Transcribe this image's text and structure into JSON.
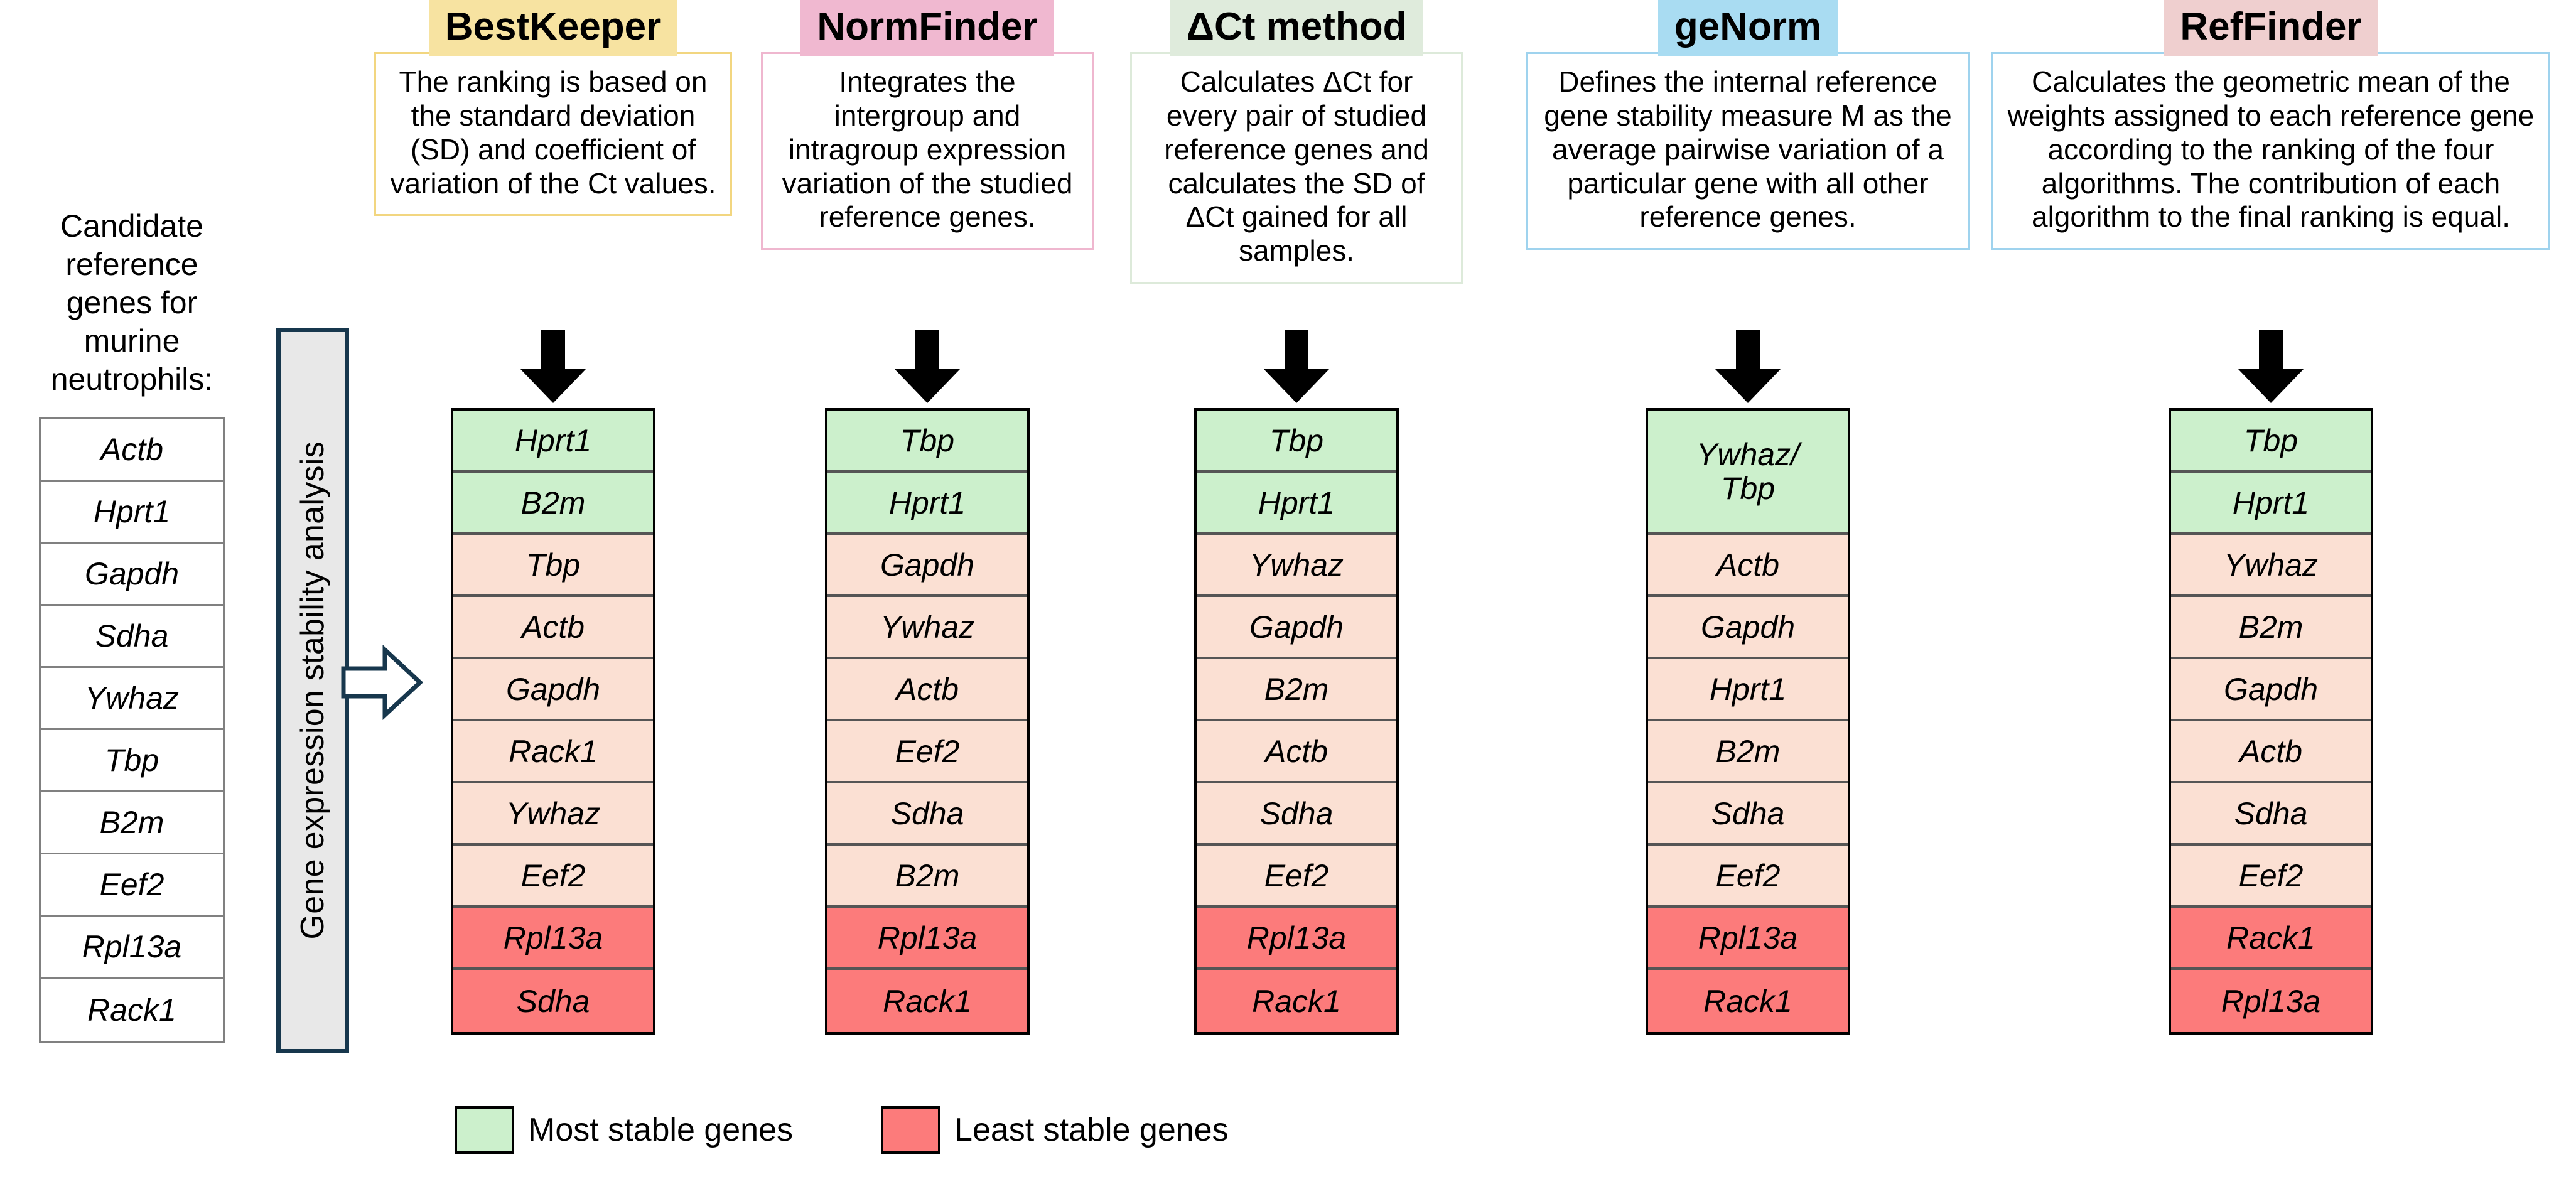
{
  "candidate_panel": {
    "caption": "Candidate reference genes for murine neutrophils:",
    "genes": [
      "Actb",
      "Hprt1",
      "Gapdh",
      "Sdha",
      "Ywhaz",
      "Tbp",
      "B2m",
      "Eef2",
      "Rpl13a",
      "Rack1"
    ]
  },
  "stability_bar": {
    "label": "Gene expression stability analysis"
  },
  "colors": {
    "most_stable": "#CCF0CC",
    "intermediate": "#FBE0D3",
    "least_stable": "#FC7B7B",
    "bestkeeper_header": "#F7E3A1",
    "bestkeeper_border": "#F2D680",
    "normfinder_header": "#F0B8D0",
    "normfinder_border": "#EFB7CF",
    "dct_header": "#DFEBDC",
    "dct_border": "#DDEADA",
    "genorm_header": "#A9DCF2",
    "genorm_border": "#9FD3EE",
    "reffinder_header": "#EFCFCF",
    "reffinder_border": "#9FD3EE",
    "bar_fill": "#E8E8E8",
    "bar_border": "#17374D"
  },
  "methods": [
    {
      "id": "bestkeeper",
      "title": "BestKeeper",
      "description": "The ranking is based on the standard deviation (SD) and coefficient of variation of the Ct values.",
      "ranking": [
        {
          "gene": "Hprt1",
          "stability": "most"
        },
        {
          "gene": "B2m",
          "stability": "most"
        },
        {
          "gene": "Tbp",
          "stability": "intermediate"
        },
        {
          "gene": "Actb",
          "stability": "intermediate"
        },
        {
          "gene": "Gapdh",
          "stability": "intermediate"
        },
        {
          "gene": "Rack1",
          "stability": "intermediate"
        },
        {
          "gene": "Ywhaz",
          "stability": "intermediate"
        },
        {
          "gene": "Eef2",
          "stability": "intermediate"
        },
        {
          "gene": "Rpl13a",
          "stability": "least"
        },
        {
          "gene": "Sdha",
          "stability": "least"
        }
      ]
    },
    {
      "id": "normfinder",
      "title": "NormFinder",
      "description": "Integrates the intergroup and intragroup expression variation of the studied reference genes.",
      "ranking": [
        {
          "gene": "Tbp",
          "stability": "most"
        },
        {
          "gene": "Hprt1",
          "stability": "most"
        },
        {
          "gene": "Gapdh",
          "stability": "intermediate"
        },
        {
          "gene": "Ywhaz",
          "stability": "intermediate"
        },
        {
          "gene": "Actb",
          "stability": "intermediate"
        },
        {
          "gene": "Eef2",
          "stability": "intermediate"
        },
        {
          "gene": "Sdha",
          "stability": "intermediate"
        },
        {
          "gene": "B2m",
          "stability": "intermediate"
        },
        {
          "gene": "Rpl13a",
          "stability": "least"
        },
        {
          "gene": "Rack1",
          "stability": "least"
        }
      ]
    },
    {
      "id": "dct-method",
      "title": "ΔCt method",
      "description": "Calculates ΔCt for every pair of studied reference genes and calculates the SD of ΔCt gained for all samples.",
      "ranking": [
        {
          "gene": "Tbp",
          "stability": "most"
        },
        {
          "gene": "Hprt1",
          "stability": "most"
        },
        {
          "gene": "Ywhaz",
          "stability": "intermediate"
        },
        {
          "gene": "Gapdh",
          "stability": "intermediate"
        },
        {
          "gene": "B2m",
          "stability": "intermediate"
        },
        {
          "gene": "Actb",
          "stability": "intermediate"
        },
        {
          "gene": "Sdha",
          "stability": "intermediate"
        },
        {
          "gene": "Eef2",
          "stability": "intermediate"
        },
        {
          "gene": "Rpl13a",
          "stability": "least"
        },
        {
          "gene": "Rack1",
          "stability": "least"
        }
      ]
    },
    {
      "id": "genorm",
      "title": "geNorm",
      "description": "Defines the internal reference gene stability measure M as the average pairwise variation of a particular gene with all other reference genes.",
      "ranking": [
        {
          "gene": "Ywhaz/ Tbp",
          "stability": "most",
          "tall": true
        },
        {
          "gene": "Actb",
          "stability": "intermediate"
        },
        {
          "gene": "Gapdh",
          "stability": "intermediate"
        },
        {
          "gene": "Hprt1",
          "stability": "intermediate"
        },
        {
          "gene": "B2m",
          "stability": "intermediate"
        },
        {
          "gene": "Sdha",
          "stability": "intermediate"
        },
        {
          "gene": "Eef2",
          "stability": "intermediate"
        },
        {
          "gene": "Rpl13a",
          "stability": "least"
        },
        {
          "gene": "Rack1",
          "stability": "least"
        }
      ]
    },
    {
      "id": "reffinder",
      "title": "RefFinder",
      "description": "Calculates the geometric mean of the weights assigned to each reference gene according to the ranking of the four algorithms. The contribution of each algorithm to the final ranking is equal.",
      "ranking": [
        {
          "gene": "Tbp",
          "stability": "most"
        },
        {
          "gene": "Hprt1",
          "stability": "most"
        },
        {
          "gene": "Ywhaz",
          "stability": "intermediate"
        },
        {
          "gene": "B2m",
          "stability": "intermediate"
        },
        {
          "gene": "Gapdh",
          "stability": "intermediate"
        },
        {
          "gene": "Actb",
          "stability": "intermediate"
        },
        {
          "gene": "Sdha",
          "stability": "intermediate"
        },
        {
          "gene": "Eef2",
          "stability": "intermediate"
        },
        {
          "gene": "Rack1",
          "stability": "least"
        },
        {
          "gene": "Rpl13a",
          "stability": "least"
        }
      ]
    }
  ],
  "legend": {
    "most_stable_label": "Most stable genes",
    "least_stable_label": "Least stable genes"
  }
}
